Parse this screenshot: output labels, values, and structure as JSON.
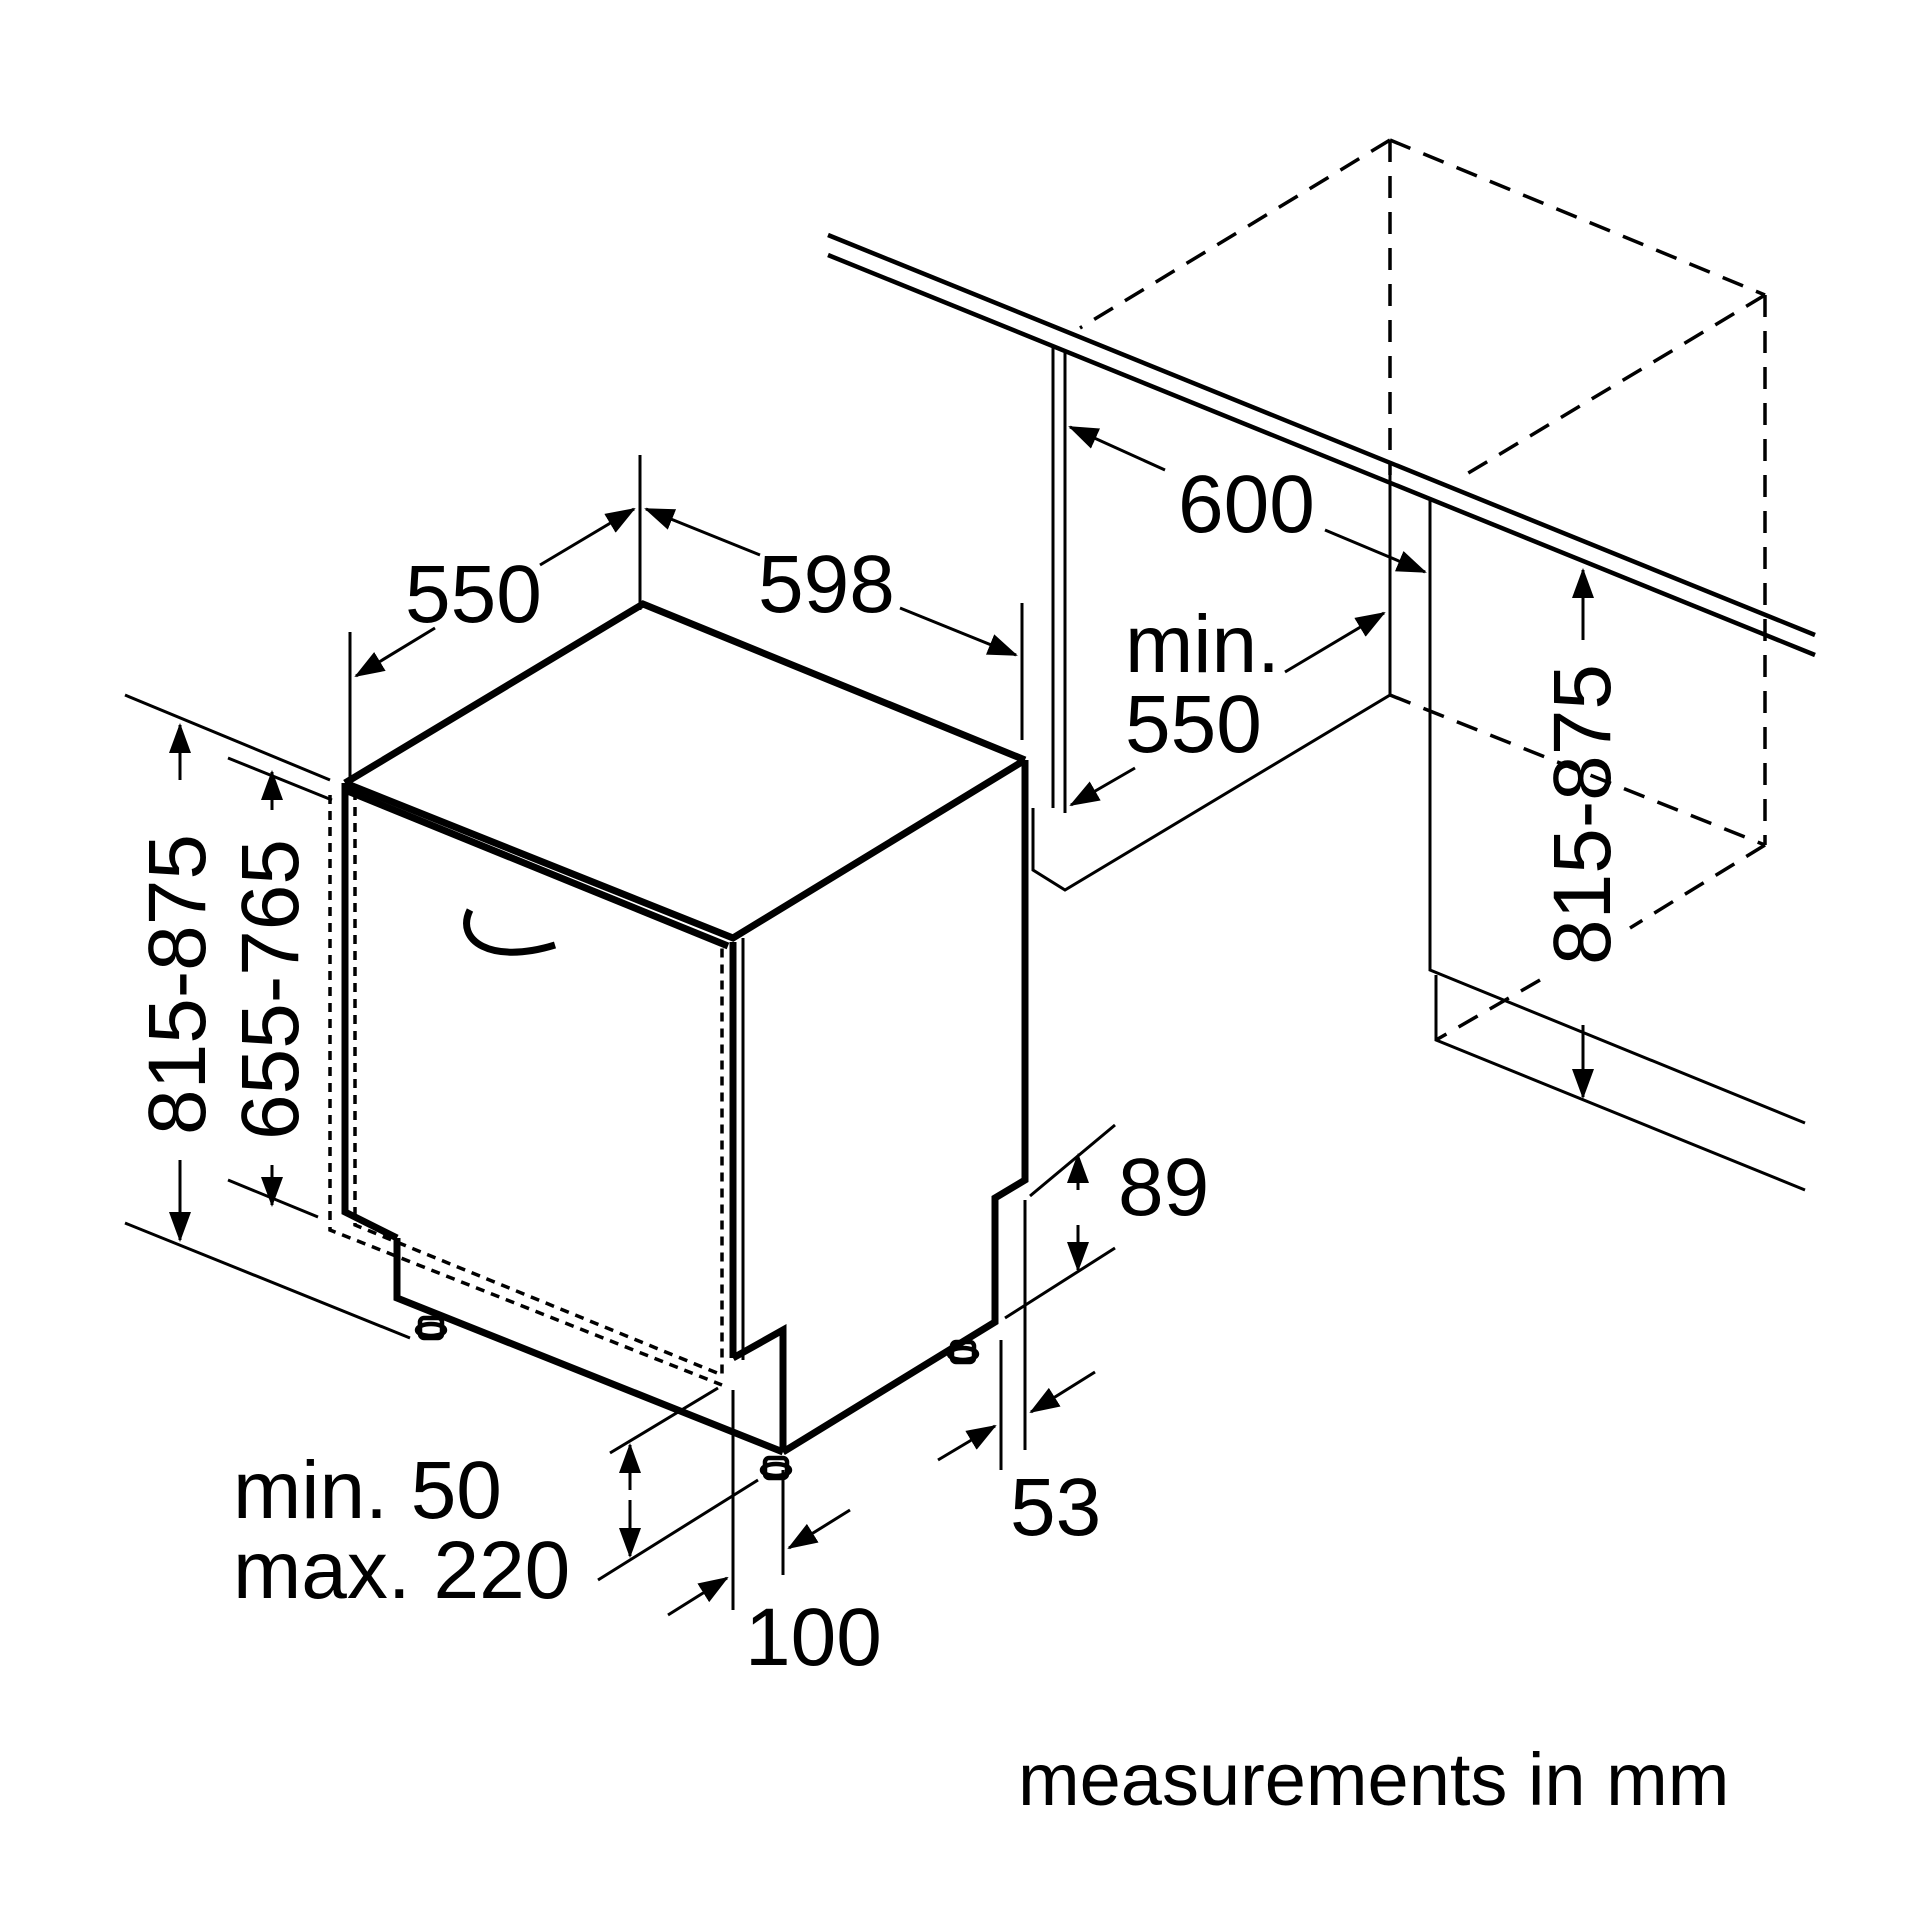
{
  "dimensions": {
    "niche_width": "600",
    "niche_depth_line1": "min.",
    "niche_depth_line2": "550",
    "niche_height": "815-875",
    "appliance_depth": "550",
    "appliance_width": "598",
    "appliance_height": "815-875",
    "door_height": "655-765",
    "plinth_height": "89",
    "plinth_recess": "53",
    "door_gap_line1": "min. 50",
    "door_gap_line2": "max. 220",
    "door_offset": "100"
  },
  "footer": {
    "units_note": "measurements in mm"
  }
}
